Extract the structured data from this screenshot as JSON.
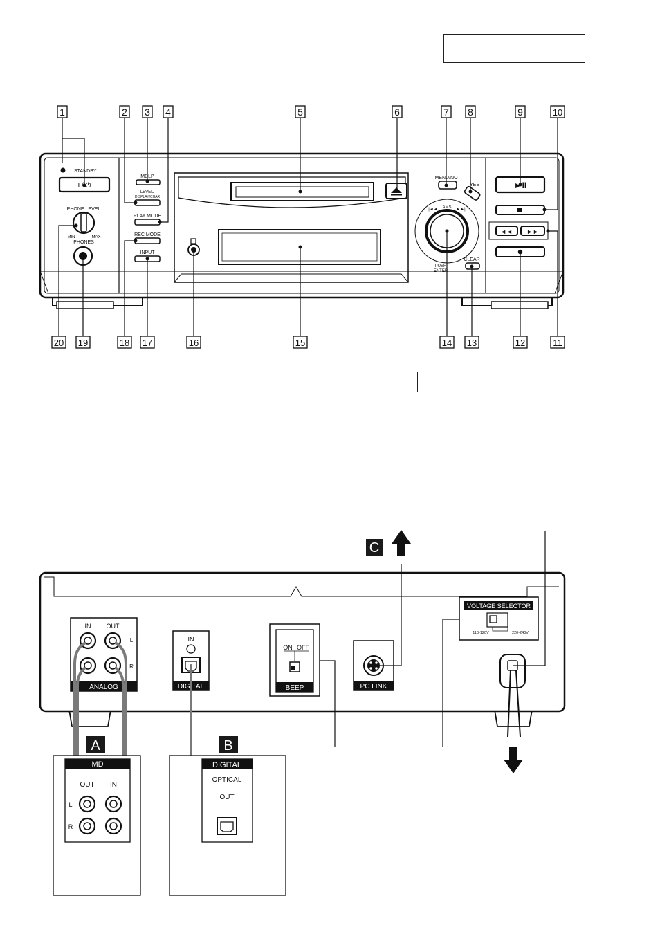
{
  "front_panel": {
    "callouts": [
      "1",
      "2",
      "3",
      "4",
      "5",
      "6",
      "7",
      "8",
      "9",
      "10",
      "11",
      "12",
      "13",
      "14",
      "15",
      "16",
      "17",
      "18",
      "19",
      "20"
    ],
    "standby_label": "STANDBY",
    "power_button_label": "I / ⏻",
    "mdlp_label": "MDLP",
    "level_label_line1": "LEVEL/",
    "level_label_line2": "DISPLAY/CHAR",
    "play_mode_label": "PLAY MODE",
    "rec_mode_label": "REC MODE",
    "input_label": "INPUT",
    "phone_level_label": "PHONE LEVEL",
    "min_label": "MIN",
    "max_label": "MAX",
    "phones_label": "PHONES",
    "menu_no_label": "MENU/NO",
    "yes_label": "YES",
    "ams_label": "AMS",
    "push_label": "PUSH",
    "enter_label": "ENTER",
    "clear_label": "CLEAR",
    "play_pause_symbol": "►II",
    "rewind_symbol": "◄◄",
    "ffwd_symbol": "►►"
  },
  "rear_panel": {
    "analog_in": "IN",
    "analog_out": "OUT",
    "l_label": "L",
    "r_label": "R",
    "analog_label": "ANALOG",
    "digital_in": "IN",
    "digital_label": "DIGITAL",
    "beep_on": "ON",
    "beep_off": "OFF",
    "beep_label": "BEEP",
    "pc_link_label": "PC LINK",
    "voltage_selector_label": "VOLTAGE SELECTOR",
    "voltage_low": "110-120V",
    "voltage_high": "220-240V"
  },
  "markers": {
    "a": "A",
    "b": "B",
    "c": "C"
  },
  "md_box": {
    "title": "MD",
    "out_label": "OUT",
    "in_label": "IN",
    "l_label": "L",
    "r_label": "R"
  },
  "digital_box": {
    "title": "DIGITAL",
    "optical_label": "OPTICAL",
    "out_label": "OUT"
  },
  "colors": {
    "ink": "#111111",
    "cable": "#7a7a7a",
    "panel_fill": "#ffffff",
    "marker_fill": "#1a1a1a"
  }
}
